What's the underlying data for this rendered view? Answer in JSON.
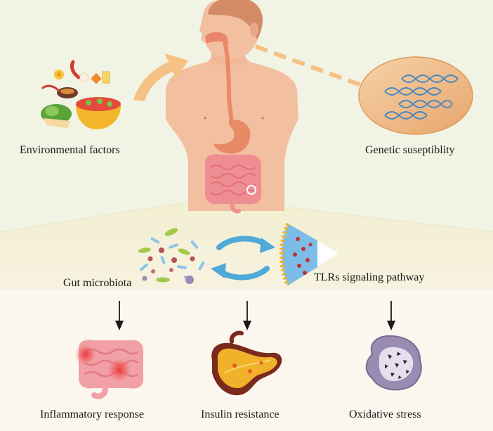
{
  "labels": {
    "environmental": "Environmental factors",
    "genetic": "Genetic suseptiblity",
    "gut": "Gut microbiota",
    "tlr": "TLRs signaling pathway",
    "inflammatory": "Inflammatory response",
    "insulin": "Insulin resistance",
    "oxidative": "Oxidative stress"
  },
  "colors": {
    "top_bg": "#f1f3e4",
    "bottom_bg": "#fbf6ee",
    "skin": "#f2bfa0",
    "hair": "#d58a66",
    "stomach": "#e98a66",
    "intestine": "#ee8e93",
    "dna_cell": "#f2c08c",
    "dna": "#3f86c6",
    "cycle_arrow": "#4fa9d9",
    "orange_arrow": "#f5c184",
    "microbe_blue": "#8fc3ea",
    "microbe_green": "#a4c84a",
    "microbe_red": "#b9505a",
    "inflamed_red": "#e03a3a",
    "pancreas": "#f2b12b",
    "cell_purple": "#9a8bb3"
  }
}
